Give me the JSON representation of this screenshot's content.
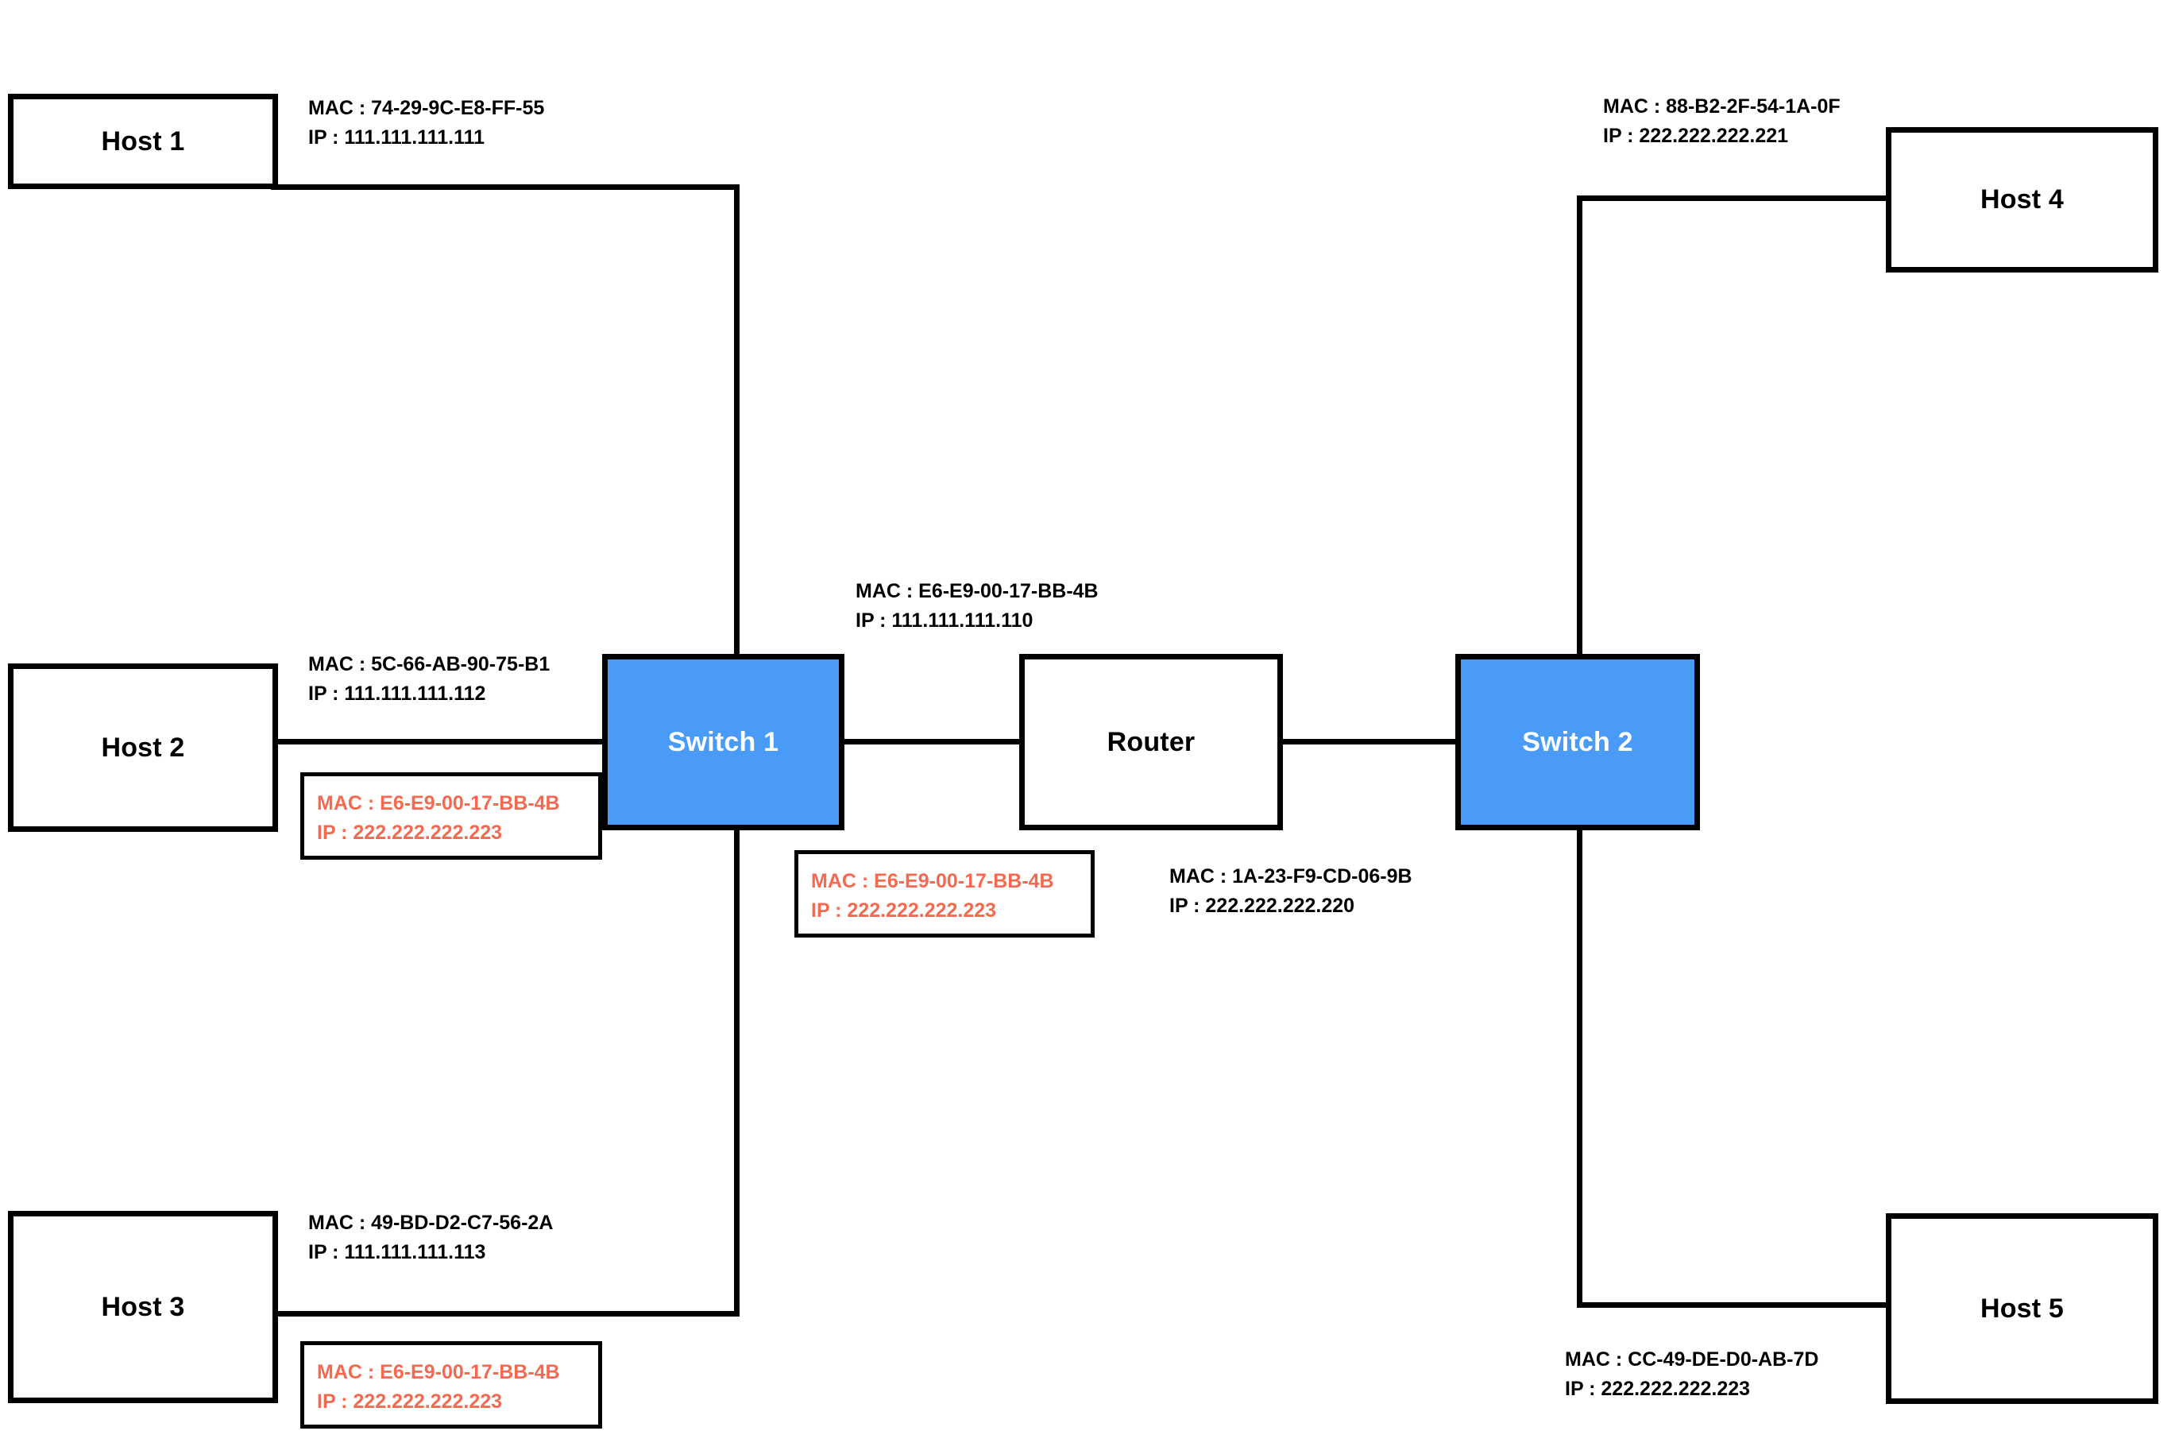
{
  "diagram": {
    "title": "Network topology with two switches and a router",
    "colors": {
      "switch_fill": "#4a9bf7",
      "switch_label": "#ffffff",
      "box_stroke": "#000000",
      "link_stroke": "#000000",
      "spoofed_text": "#f4694f",
      "background": "#ffffff"
    }
  },
  "nodes": {
    "host1": {
      "label": "Host 1"
    },
    "host2": {
      "label": "Host 2"
    },
    "host3": {
      "label": "Host 3"
    },
    "host4": {
      "label": "Host 4"
    },
    "host5": {
      "label": "Host 5"
    },
    "switch1": {
      "label": "Switch 1"
    },
    "switch2": {
      "label": "Switch 2"
    },
    "router": {
      "label": "Router"
    }
  },
  "annotations": {
    "host1": {
      "mac": "MAC : 74-29-9C-E8-FF-55",
      "ip": "IP : 111.111.111.111"
    },
    "host2": {
      "mac": "MAC : 5C-66-AB-90-75-B1",
      "ip": "IP : 111.111.111.112"
    },
    "host3": {
      "mac": "MAC : 49-BD-D2-C7-56-2A",
      "ip": "IP : 111.111.111.113"
    },
    "host4": {
      "mac": "MAC : 88-B2-2F-54-1A-0F",
      "ip": "IP : 222.222.222.221"
    },
    "host5": {
      "mac": "MAC : CC-49-DE-D0-AB-7D",
      "ip": "IP : 222.222.222.223"
    },
    "gateway": {
      "mac": "MAC : E6-E9-00-17-BB-4B",
      "ip": "IP : 111.111.111.110"
    },
    "router": {
      "mac": "MAC : 1A-23-F9-CD-06-9B",
      "ip": "IP : 222.222.222.220"
    }
  },
  "spoofed_entries": {
    "host2_cache": {
      "mac": "MAC : E6-E9-00-17-BB-4B",
      "ip": "IP : 222.222.222.223"
    },
    "host3_cache": {
      "mac": "MAC : E6-E9-00-17-BB-4B",
      "ip": "IP : 222.222.222.223"
    },
    "switch1_cache": {
      "mac": "MAC : E6-E9-00-17-BB-4B",
      "ip": "IP : 222.222.222.223"
    }
  }
}
